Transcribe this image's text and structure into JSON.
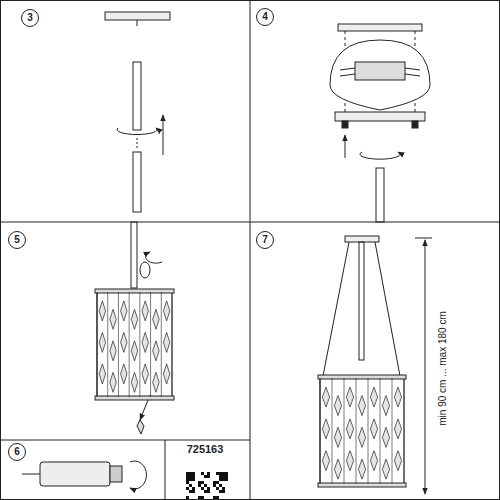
{
  "diagram": {
    "nodes": [
      {
        "text": [
          "3"
        ]
      },
      {
        "text": [
          "4"
        ]
      },
      {
        "text": [
          "5"
        ]
      },
      {
        "text": [
          "7"
        ]
      },
      {
        "text": [
          "6"
        ]
      }
    ],
    "labels": [
      "725163",
      "min 90 cm ... max 180 cm"
    ]
  }
}
